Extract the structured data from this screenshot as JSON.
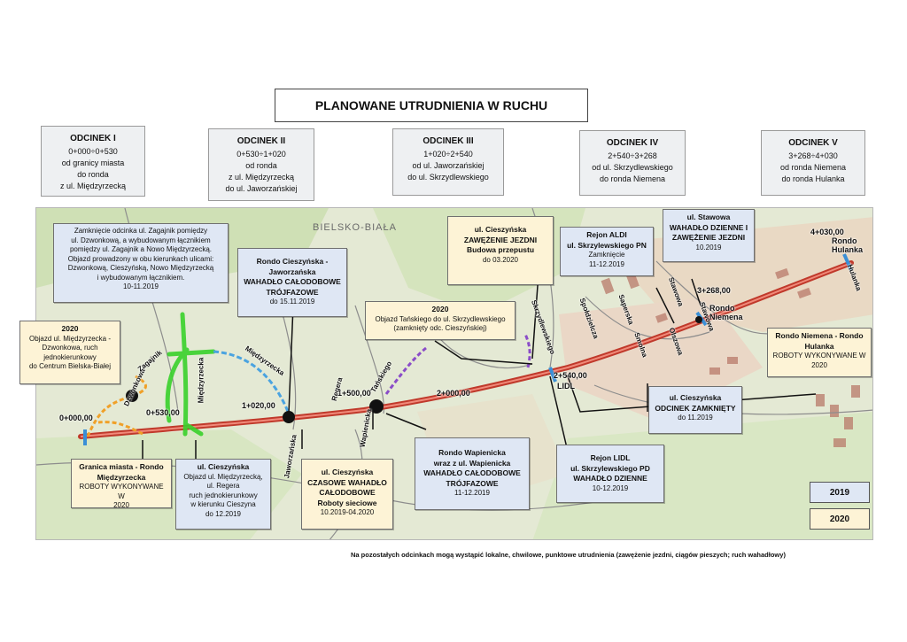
{
  "title": "PLANOWANE UTRUDNIENIA W RUCHU",
  "sections": [
    {
      "name": "ODCINEK I",
      "lines": [
        "0+000÷0+530",
        "od granicy miasta",
        "do ronda",
        "z ul. Międzyrzecką"
      ]
    },
    {
      "name": "ODCINEK II",
      "lines": [
        "0+530÷1+020",
        "od ronda",
        "z ul. Międzyrzecką",
        "do ul. Jaworzańskiej"
      ]
    },
    {
      "name": "ODCINEK III",
      "lines": [
        "1+020÷2+540",
        "od ul. Jaworzańskiej",
        "do ul. Skrzydlewskiego"
      ]
    },
    {
      "name": "ODCINEK IV",
      "lines": [
        "2+540÷3+268",
        "od ul. Skrzydlewskiego",
        "do ronda Niemena"
      ]
    },
    {
      "name": "ODCINEK V",
      "lines": [
        "3+268÷4+030",
        "od ronda Niemena",
        "do ronda Hulanka"
      ]
    }
  ],
  "map": {
    "city_label": "BIELSKO-BIAŁA",
    "chainages": [
      "0+000,00",
      "0+530,00",
      "1+020,00",
      "1+500,00",
      "2+000,00",
      "2+540,00",
      "3+268,00",
      "4+030,00"
    ],
    "place_labels": {
      "lidl": "LIDL",
      "rondo_niemena": "Rondo\nNiemena",
      "rondo_hulanka": "Rondo\nHulanka"
    },
    "streets": [
      "Dzwonkowa",
      "Zagajnik",
      "Międzyrzecka",
      "Międzyrzecka",
      "Regera",
      "Jaworzańska",
      "Wapienicka",
      "Tańskiego",
      "Skrzydlewskiego",
      "Społdzielcza",
      "Saperska",
      "Olszowa",
      "Smolna",
      "Stawowa",
      "Stawowa",
      "Hulanka"
    ],
    "colors": {
      "road": "#c0392b",
      "closure": "#3a8fd6",
      "detour_green": "#39d12b",
      "detour_orange": "#f0a028",
      "detour_purple": "#8a4cc8",
      "detour_blue": "#4aa3e0"
    }
  },
  "notes": [
    {
      "id": "zagajnik",
      "style": "blue",
      "lines": [
        "Zamknięcie odcinka ul. Zagajnik pomiędzy",
        "ul. Dzwonkową, a wybudowanym łącznikiem",
        "pomiędzy ul. Zagajnik a Nowo Międzyrzecką.",
        "Objazd prowadzony w obu kierunkach ulicami:",
        "Dzwonkową, Cieszyńską, Nowo Międzyrzecką",
        "i wybudowanym łącznikiem.",
        "10-11.2019"
      ]
    },
    {
      "id": "rondo-cieszynska",
      "style": "blue",
      "lines": [
        "Rondo Cieszyńska -",
        "Jaworzańska",
        "WAHADŁO CAŁODOBOWE",
        "TRÓJFAZOWE",
        "do 15.11.2019"
      ]
    },
    {
      "id": "zawezenie",
      "style": "cream",
      "lines": [
        "ul. Cieszyńska",
        "ZAWĘŻENIE JEZDNI",
        "Budowa przepustu",
        "do 03.2020"
      ]
    },
    {
      "id": "aldi",
      "style": "blue",
      "lines": [
        "Rejon ALDI",
        "ul. Skrzylewskiego PN",
        "Zamknięcie",
        "11-12.2019"
      ]
    },
    {
      "id": "stawowa",
      "style": "blue",
      "lines": [
        "ul. Stawowa",
        "WAHADŁO DZIENNE I",
        "ZAWĘŻENIE JEZDNI",
        "10.2019"
      ]
    },
    {
      "id": "2020-miedzyrzecka",
      "style": "cream",
      "lines": [
        "2020",
        "Objazd ul. Międzyrzecka -",
        "Dzwonkowa, ruch",
        "jednokierunkowy",
        "do Centrum Bielska-Białej"
      ]
    },
    {
      "id": "2020-tanskiego",
      "style": "cream",
      "lines": [
        "2020",
        "Objazd Tańskiego do ul. Skrzydlewskiego",
        "(zamknięty odc. Cieszyńskiej)"
      ]
    },
    {
      "id": "rondo-niemena",
      "style": "cream",
      "lines": [
        "Rondo Niemena - Rondo",
        "Hulanka",
        "ROBOTY WYKONYWANE W",
        "2020"
      ]
    },
    {
      "id": "odcinek-zamkniety",
      "style": "blue",
      "lines": [
        "ul. Cieszyńska",
        "ODCINEK ZAMKNIĘTY",
        "do 11.2019"
      ]
    },
    {
      "id": "granica",
      "style": "cream",
      "lines": [
        "Granica miasta - Rondo",
        "Międzyrzecka",
        "ROBOTY WYKONYWANE W",
        "2020"
      ]
    },
    {
      "id": "objazd-regera",
      "style": "blue",
      "lines": [
        "ul. Cieszyńska",
        "Objazd ul. Międzyrzecką,",
        "ul. Regera",
        "ruch jednokierunkowy",
        "w kierunku Cieszyna",
        "do 12.2019"
      ]
    },
    {
      "id": "czasowe",
      "style": "cream",
      "lines": [
        "ul. Cieszyńska",
        "CZASOWE WAHADŁO",
        "CAŁODOBOWE",
        "Roboty sieciowe",
        "10.2019-04.2020"
      ]
    },
    {
      "id": "wapienicka",
      "style": "blue",
      "lines": [
        "Rondo Wapienicka",
        "wraz z ul. Wapienicka",
        "WAHADŁO CAŁODOBOWE",
        "TRÓJFAZOWE",
        "11-12.2019"
      ]
    },
    {
      "id": "lidl",
      "style": "blue",
      "lines": [
        "Rejon LIDL",
        "ul. Skrzylewskiego PD",
        "WAHADŁO DZIENNE",
        "10-12.2019"
      ]
    }
  ],
  "legend": [
    {
      "label": "2019",
      "color": "#dfe7f4"
    },
    {
      "label": "2020",
      "color": "#fdf3d6"
    }
  ],
  "footer": "Na pozostałych odcinkach mogą wystąpić lokalne, chwilowe, punktowe utrudnienia (zawężenie jezdni, ciągów pieszych; ruch wahadłowy)"
}
